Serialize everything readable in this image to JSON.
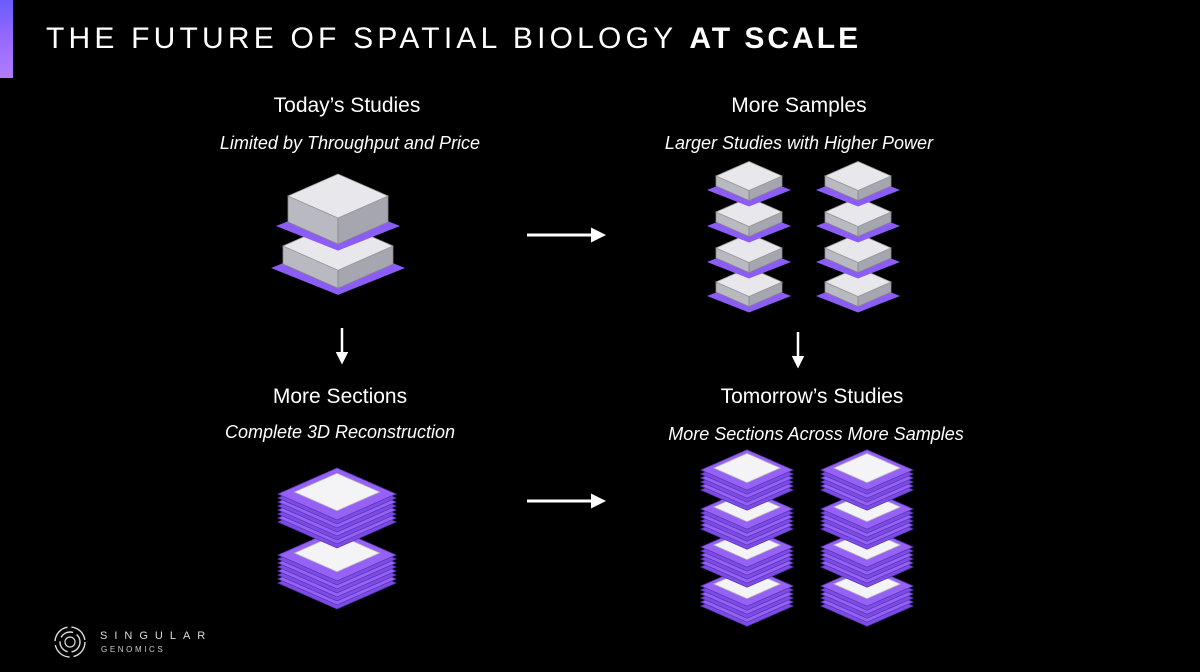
{
  "slide": {
    "title_regular": "THE FUTURE OF SPATIAL BIOLOGY ",
    "title_bold": "AT SCALE"
  },
  "panels": {
    "today": {
      "heading": "Today’s Studies",
      "subheading": "Limited by Throughput and Price"
    },
    "more_samples": {
      "heading": "More Samples",
      "subheading": "Larger Studies with Higher Power"
    },
    "more_sections": {
      "heading": "More Sections",
      "subheading": "Complete 3D Reconstruction"
    },
    "tomorrow": {
      "heading": "Tomorrow’s Studies",
      "subheading": "More Sections Across More Samples"
    }
  },
  "logo": {
    "word": "SINGULAR",
    "sub": "GENOMICS"
  },
  "colors": {
    "background": "#000000",
    "accent_purple": "#8b5cf6",
    "block_light": "#e8e8ec",
    "block_side": "#b9b9c2"
  },
  "icons": [
    "right-arrow-icon",
    "down-arrow-icon",
    "singular-genomics-logo-icon"
  ]
}
